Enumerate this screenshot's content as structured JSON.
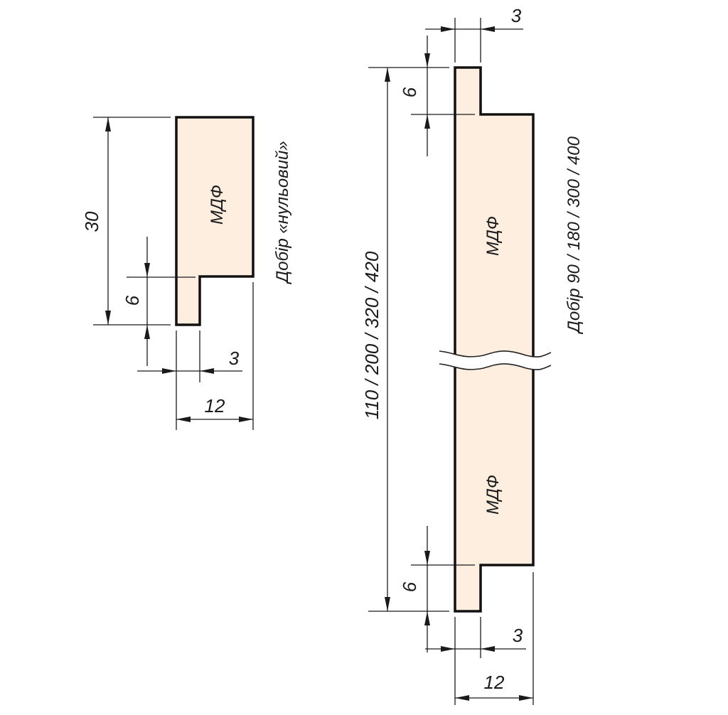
{
  "colors": {
    "material_fill": "#fdeee0",
    "outline": "#111111"
  },
  "left_profile": {
    "title": "Добір «нульовий»",
    "material": "МДФ",
    "dims": {
      "height": "30",
      "tongue_height": "6",
      "tongue_width": "3",
      "width": "12"
    }
  },
  "right_profile": {
    "title": "Добір 90 / 180 / 300 / 400",
    "material_top": "МДФ",
    "material_bottom": "МДФ",
    "dims": {
      "height": "110 / 200 / 320 / 420",
      "top_tongue_height": "6",
      "top_tongue_width": "3",
      "bottom_tongue_height": "6",
      "bottom_tongue_width": "3",
      "width": "12"
    }
  }
}
